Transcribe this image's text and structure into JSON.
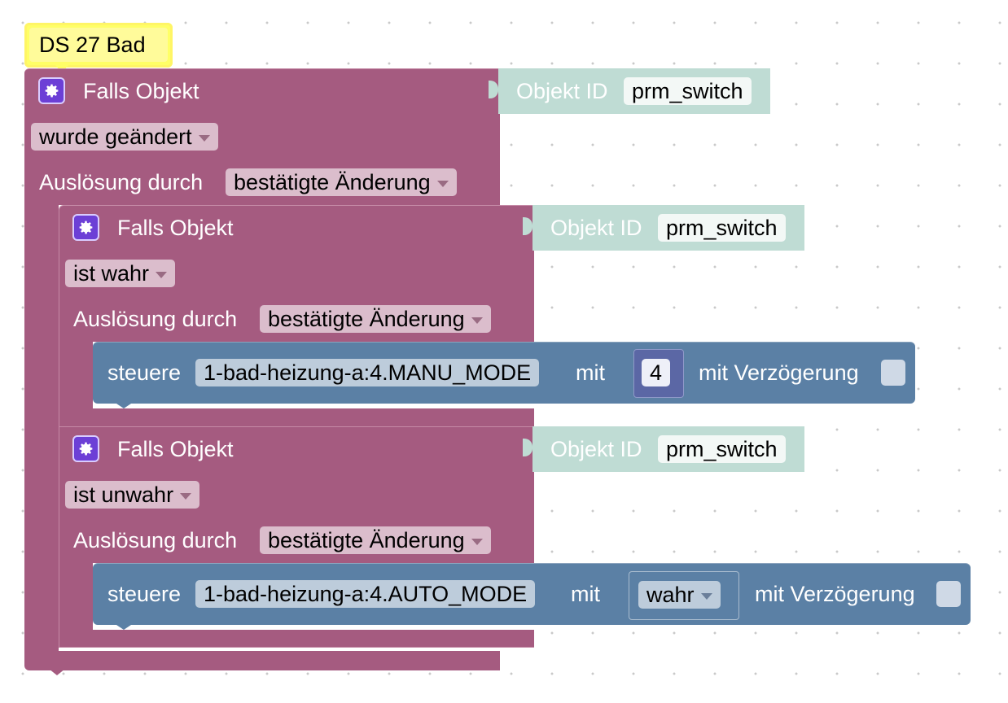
{
  "comment": {
    "text": "DS 27 Bad"
  },
  "outer": {
    "title": "Falls Objekt",
    "object_label": "Objekt ID",
    "object_id": "prm_switch",
    "condition": "wurde geändert",
    "trigger_label": "Auslösung durch",
    "trigger": "bestätigte Änderung"
  },
  "inner1": {
    "title": "Falls Objekt",
    "object_label": "Objekt ID",
    "object_id": "prm_switch",
    "condition": "ist wahr",
    "trigger_label": "Auslösung durch",
    "trigger": "bestätigte Änderung",
    "action": {
      "verb": "steuere",
      "target": "1-bad-heizung-a:4.MANU_MODE",
      "with_label": "mit",
      "value": "4",
      "delay_label": "mit Verzögerung"
    }
  },
  "inner2": {
    "title": "Falls Objekt",
    "object_label": "Objekt ID",
    "object_id": "prm_switch",
    "condition": "ist unwahr",
    "trigger_label": "Auslösung durch",
    "trigger": "bestätigte Änderung",
    "action": {
      "verb": "steuere",
      "target": "1-bad-heizung-a:4.AUTO_MODE",
      "with_label": "mit",
      "value": "wahr",
      "delay_label": "mit Verzögerung"
    }
  },
  "colors": {
    "event_block": "#a55b80",
    "action_block": "#5b80a5",
    "object_block": "#bfdcd4",
    "comment": "#ffff66",
    "gear": "#6c3fd6"
  },
  "icons": {
    "mutator": "gear-icon",
    "dropdown": "chevron-down-icon"
  }
}
